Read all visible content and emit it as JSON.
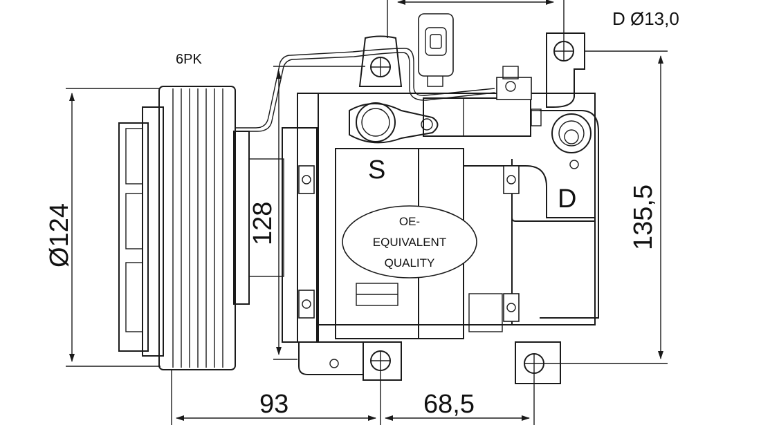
{
  "labels": {
    "pulley_grooves": "6PK",
    "pulley_diameter": "Ø124",
    "suction_port": "S",
    "discharge_port": "D",
    "discharge_hole": "D Ø13,0",
    "mount_spacing": "128",
    "height": "135,5",
    "depth_front": "93",
    "depth_rear": "68,5"
  },
  "stamp": {
    "line1": "OE-",
    "line2": "EQUIVALENT",
    "line3": "QUALITY"
  }
}
